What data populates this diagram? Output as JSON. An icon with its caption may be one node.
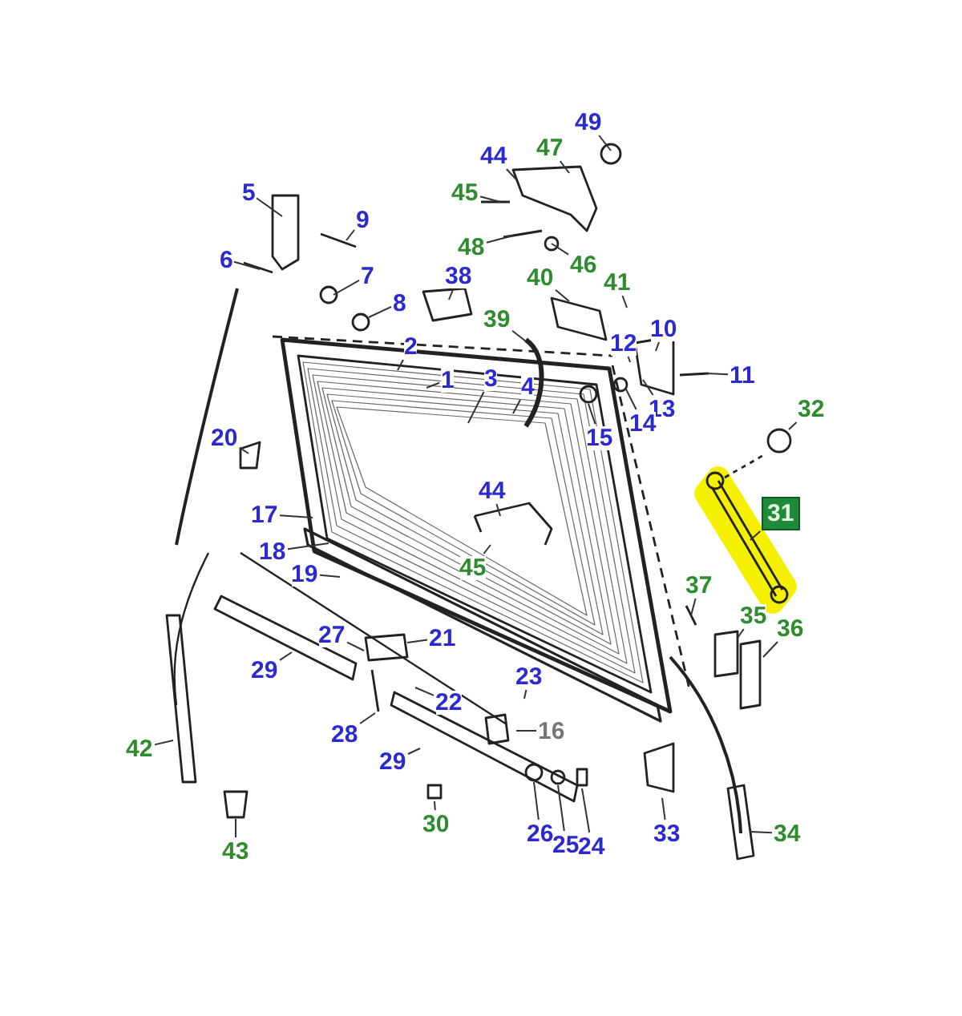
{
  "diagram": {
    "nodes": [
      {
        "text": [
          "49"
        ]
      },
      {
        "text": [
          "44"
        ]
      },
      {
        "text": [
          "47"
        ]
      },
      {
        "text": [
          "45"
        ]
      },
      {
        "text": [
          "5"
        ]
      },
      {
        "text": [
          "9"
        ]
      },
      {
        "text": [
          "48"
        ]
      },
      {
        "text": [
          "46"
        ]
      },
      {
        "text": [
          "6"
        ]
      },
      {
        "text": [
          "7"
        ]
      },
      {
        "text": [
          "8"
        ]
      },
      {
        "text": [
          "38"
        ]
      },
      {
        "text": [
          "40"
        ]
      },
      {
        "text": [
          "41"
        ]
      },
      {
        "text": [
          "39"
        ]
      },
      {
        "text": [
          "10"
        ]
      },
      {
        "text": [
          "12"
        ]
      },
      {
        "text": [
          "2"
        ]
      },
      {
        "text": [
          "11"
        ]
      },
      {
        "text": [
          "1"
        ]
      },
      {
        "text": [
          "3"
        ]
      },
      {
        "text": [
          "4"
        ]
      },
      {
        "text": [
          "13"
        ]
      },
      {
        "text": [
          "14"
        ]
      },
      {
        "text": [
          "15"
        ]
      },
      {
        "text": [
          "32"
        ]
      },
      {
        "text": [
          "20"
        ]
      },
      {
        "text": [
          "31"
        ]
      },
      {
        "text": [
          "44"
        ]
      },
      {
        "text": [
          "17"
        ]
      },
      {
        "text": [
          "18"
        ]
      },
      {
        "text": [
          "45"
        ]
      },
      {
        "text": [
          "19"
        ]
      },
      {
        "text": [
          "37"
        ]
      },
      {
        "text": [
          "35"
        ]
      },
      {
        "text": [
          "36"
        ]
      },
      {
        "text": [
          "27"
        ]
      },
      {
        "text": [
          "21"
        ]
      },
      {
        "text": [
          "29"
        ]
      },
      {
        "text": [
          "23"
        ]
      },
      {
        "text": [
          "22"
        ]
      },
      {
        "text": [
          "16"
        ]
      },
      {
        "text": [
          "28"
        ]
      },
      {
        "text": [
          "42"
        ]
      },
      {
        "text": [
          "29"
        ]
      },
      {
        "text": [
          "30"
        ]
      },
      {
        "text": [
          "26"
        ]
      },
      {
        "text": [
          "25"
        ]
      },
      {
        "text": [
          "24"
        ]
      },
      {
        "text": [
          "33"
        ]
      },
      {
        "text": [
          "34"
        ]
      },
      {
        "text": [
          "43"
        ]
      }
    ],
    "edges": [
      {
        "from": 0,
        "to": null,
        "arrow": "none"
      },
      {
        "from": 1,
        "to": null,
        "arrow": "none"
      },
      {
        "from": 2,
        "to": null,
        "arrow": "none"
      },
      {
        "from": 3,
        "to": null,
        "arrow": "none"
      },
      {
        "from": 4,
        "to": null,
        "arrow": "none"
      },
      {
        "from": 5,
        "to": null,
        "arrow": "none"
      },
      {
        "from": 6,
        "to": null,
        "arrow": "none"
      },
      {
        "from": 7,
        "to": null,
        "arrow": "none"
      },
      {
        "from": 8,
        "to": null,
        "arrow": "none"
      },
      {
        "from": 9,
        "to": null,
        "arrow": "none"
      },
      {
        "from": 10,
        "to": null,
        "arrow": "none"
      },
      {
        "from": 11,
        "to": null,
        "arrow": "none"
      },
      {
        "from": 12,
        "to": null,
        "arrow": "none"
      },
      {
        "from": 13,
        "to": null,
        "arrow": "none"
      },
      {
        "from": 14,
        "to": null,
        "arrow": "none"
      },
      {
        "from": 15,
        "to": null,
        "arrow": "none"
      },
      {
        "from": 16,
        "to": null,
        "arrow": "none"
      },
      {
        "from": 17,
        "to": null,
        "arrow": "none"
      },
      {
        "from": 18,
        "to": null,
        "arrow": "none"
      },
      {
        "from": 19,
        "to": null,
        "arrow": "none"
      },
      {
        "from": 20,
        "to": null,
        "arrow": "none"
      },
      {
        "from": 21,
        "to": null,
        "arrow": "none"
      },
      {
        "from": 22,
        "to": null,
        "arrow": "none"
      },
      {
        "from": 23,
        "to": null,
        "arrow": "none"
      },
      {
        "from": 24,
        "to": null,
        "arrow": "none"
      },
      {
        "from": 25,
        "to": null,
        "arrow": "none"
      },
      {
        "from": 26,
        "to": null,
        "arrow": "none"
      },
      {
        "from": 27,
        "to": null,
        "arrow": "none"
      },
      {
        "from": 28,
        "to": null,
        "arrow": "none"
      },
      {
        "from": 29,
        "to": null,
        "arrow": "none"
      },
      {
        "from": 30,
        "to": null,
        "arrow": "none"
      },
      {
        "from": 31,
        "to": null,
        "arrow": "none"
      },
      {
        "from": 32,
        "to": null,
        "arrow": "none"
      },
      {
        "from": 33,
        "to": null,
        "arrow": "none"
      },
      {
        "from": 34,
        "to": null,
        "arrow": "none"
      },
      {
        "from": 35,
        "to": null,
        "arrow": "none"
      },
      {
        "from": 36,
        "to": null,
        "arrow": "none"
      },
      {
        "from": 37,
        "to": null,
        "arrow": "none"
      },
      {
        "from": 38,
        "to": null,
        "arrow": "none"
      },
      {
        "from": 39,
        "to": null,
        "arrow": "none"
      },
      {
        "from": 40,
        "to": null,
        "arrow": "none"
      },
      {
        "from": 41,
        "to": null,
        "arrow": "none"
      },
      {
        "from": 42,
        "to": null,
        "arrow": "none"
      },
      {
        "from": 43,
        "to": null,
        "arrow": "none"
      },
      {
        "from": 44,
        "to": null,
        "arrow": "none"
      },
      {
        "from": 45,
        "to": null,
        "arrow": "none"
      },
      {
        "from": 46,
        "to": null,
        "arrow": "none"
      },
      {
        "from": 47,
        "to": null,
        "arrow": "none"
      },
      {
        "from": 48,
        "to": null,
        "arrow": "none"
      },
      {
        "from": 49,
        "to": null,
        "arrow": "none"
      },
      {
        "from": 50,
        "to": null,
        "arrow": "none"
      },
      {
        "from": 51,
        "to": null,
        "arrow": "none"
      }
    ]
  }
}
